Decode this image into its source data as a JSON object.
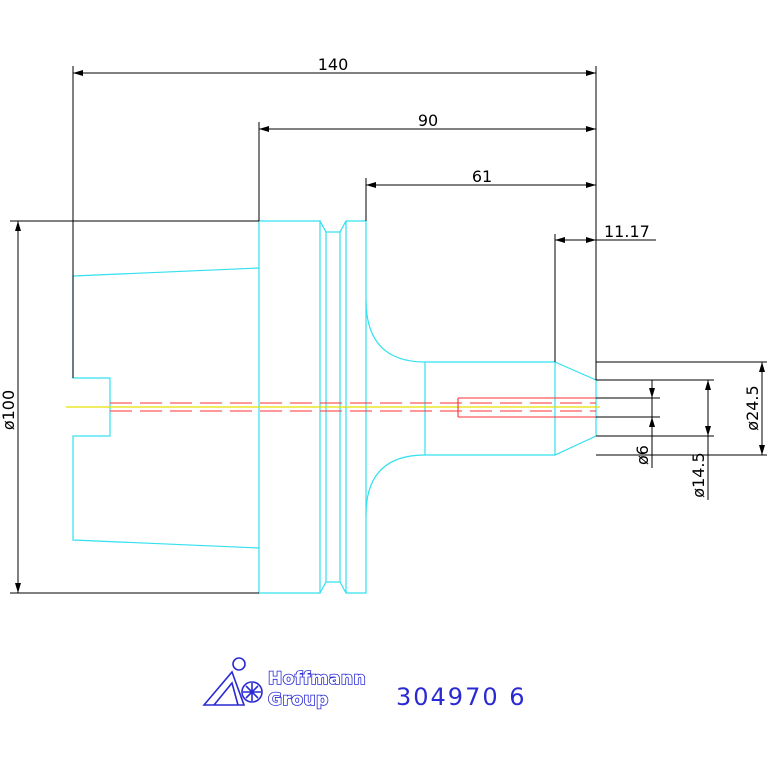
{
  "dimensions": {
    "d140": "140",
    "d90": "90",
    "d61": "61",
    "d11_17": "11.17",
    "dia100": "ø100",
    "dia24_5": "ø24.5",
    "dia14_5": "ø14.5",
    "dia6": "ø6"
  },
  "logo": {
    "line1": "Hoffmann",
    "line2": "Group"
  },
  "part_number": "304970 6",
  "colors": {
    "part_outline": "#33e0f0",
    "dimension": "#000000",
    "centerline_red": "#ff3030",
    "centerline_yellow": "#e8e000",
    "hidden_line": "#ff3030",
    "brand_blue": "#2a2ad4"
  }
}
